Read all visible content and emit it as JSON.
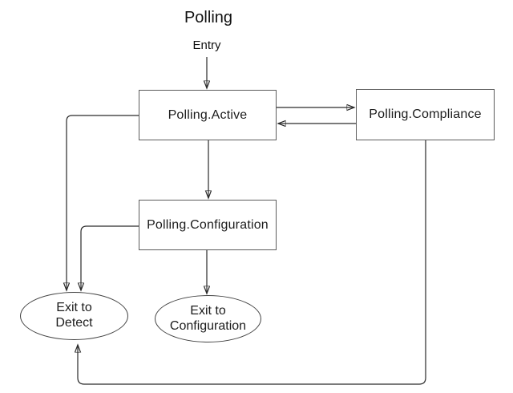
{
  "diagram": {
    "title": "Polling",
    "entry_label": "Entry",
    "colors": {
      "background": "#ffffff",
      "stroke": "#2a2a2a",
      "box_border": "#5c5c5c",
      "text": "#1c1c1c"
    },
    "nodes": [
      {
        "id": "polling-active",
        "shape": "rect",
        "label": "Polling.Active"
      },
      {
        "id": "polling-compliance",
        "shape": "rect",
        "label": "Polling.Compliance"
      },
      {
        "id": "polling-configuration",
        "shape": "rect",
        "label": "Polling.Configuration"
      },
      {
        "id": "exit-to-detect",
        "shape": "ellipse",
        "label": "Exit to Detect",
        "label_lines": {
          "0": "Exit to",
          "1": "Detect"
        }
      },
      {
        "id": "exit-to-configuration",
        "shape": "ellipse",
        "label": "Exit to Configuration",
        "label_lines": {
          "0": "Exit to",
          "1": "Configuration"
        }
      }
    ],
    "edges": [
      {
        "from": "entry",
        "to": "polling-active"
      },
      {
        "from": "polling-active",
        "to": "polling-compliance"
      },
      {
        "from": "polling-compliance",
        "to": "polling-active"
      },
      {
        "from": "polling-active",
        "to": "polling-configuration"
      },
      {
        "from": "polling-active",
        "to": "exit-to-detect"
      },
      {
        "from": "polling-configuration",
        "to": "exit-to-detect"
      },
      {
        "from": "polling-configuration",
        "to": "exit-to-configuration"
      },
      {
        "from": "polling-compliance",
        "to": "exit-to-detect"
      }
    ]
  }
}
